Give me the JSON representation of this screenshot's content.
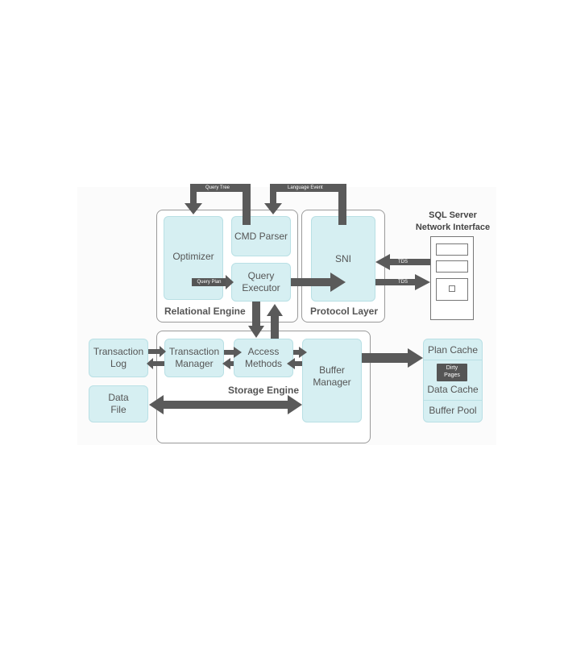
{
  "colors": {
    "box_fill": "#d6eff2",
    "arrow": "#5a5a5a",
    "border": "#9a9a9a"
  },
  "groups": {
    "relational_engine": "Relational Engine",
    "protocol_layer": "Protocol Layer",
    "storage_engine": "Storage Engine"
  },
  "boxes": {
    "optimizer": "Optimizer",
    "cmd_parser": "CMD Parser",
    "query_executor": "Query\nExecutor",
    "sni": "SNI",
    "transaction_log": "Transaction\nLog",
    "transaction_manager": "Transaction\nManager",
    "access_methods": "Access\nMethods",
    "buffer_manager": "Buffer\nManager",
    "data_file": "Data\nFile"
  },
  "cache_stack": {
    "plan_cache": "Plan Cache",
    "dirty_pages": "Dirty\nPages",
    "data_cache": "Data Cache",
    "buffer_pool": "Buffer Pool"
  },
  "arrow_labels": {
    "query_tree": "Query Tree",
    "language_event": "Language Event",
    "query_plan": "Query Plan",
    "tds_in": "TDS",
    "tds_out": "TDS"
  },
  "server": {
    "title": "SQL Server\nNetwork Interface",
    "icon": "server-rack-icon"
  }
}
